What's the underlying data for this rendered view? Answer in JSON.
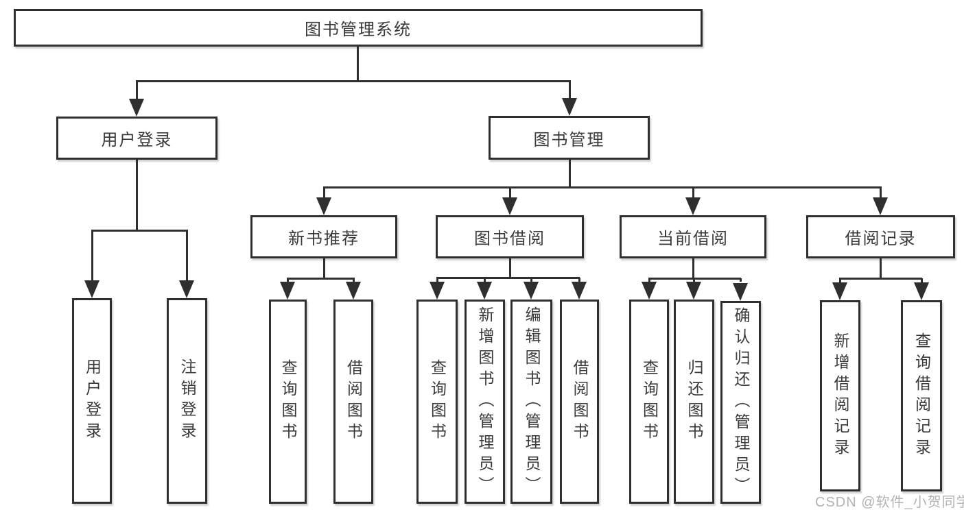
{
  "diagram": {
    "root": "图书管理系统",
    "level2": {
      "user_login": "用户登录",
      "book_management": "图书管理"
    },
    "level3": {
      "new_book_recommend": "新书推荐",
      "book_borrow": "图书借阅",
      "current_borrow": "当前借阅",
      "borrow_records": "借阅记录"
    },
    "leaves": {
      "user_login": [
        "用户登录",
        "注销登录"
      ],
      "new_book_recommend": [
        "查询图书",
        "借阅图书"
      ],
      "book_borrow": [
        "查询图书",
        "新增图书（管理员）",
        "编辑图书（管理员）",
        "借阅图书"
      ],
      "current_borrow": [
        "查询图书",
        "归还图书",
        "确认归还（管理员）"
      ],
      "borrow_records": [
        "新增借阅记录",
        "查询借阅记录"
      ]
    }
  },
  "watermark": "CSDN @软件_小贺同学",
  "colors": {
    "line": "#2f2f2f",
    "box_border": "#2f2f2f",
    "box_fill": "#ffffff",
    "text": "#3a3a3a",
    "watermark": "#b3b3b3"
  }
}
